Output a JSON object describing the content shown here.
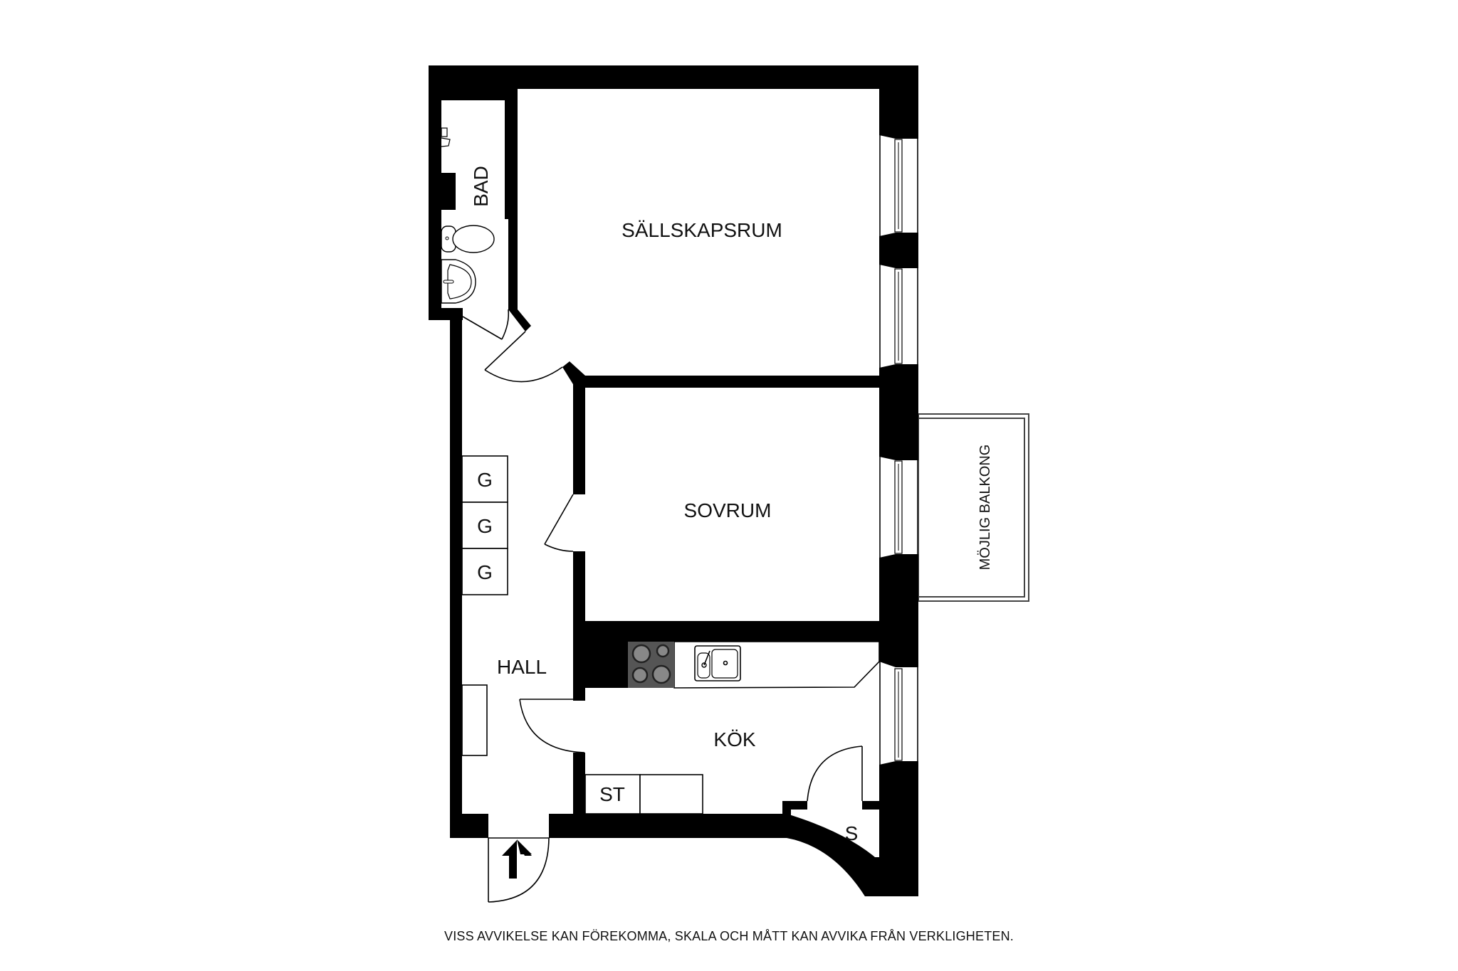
{
  "plan": {
    "rooms": [
      {
        "id": "bad",
        "label": "BAD"
      },
      {
        "id": "sallskapsrum",
        "label": "SÄLLSKAPSRUM"
      },
      {
        "id": "sovrum",
        "label": "SOVRUM"
      },
      {
        "id": "hall",
        "label": "HALL"
      },
      {
        "id": "kok",
        "label": "KÖK"
      },
      {
        "id": "balkong",
        "label": "MÖJLIG BALKONG"
      }
    ],
    "closets": [
      {
        "label": "G"
      },
      {
        "label": "G"
      },
      {
        "label": "G"
      }
    ],
    "kitchen_units": [
      {
        "label": "ST"
      }
    ],
    "storage": {
      "label": "S"
    },
    "entrance": {
      "icon": "entrance-arrow-icon"
    },
    "fixtures": [
      "toilet-icon",
      "washbasin-icon",
      "shower-icon",
      "stove-icon",
      "sink-icon"
    ],
    "colors": {
      "wall": "#000000",
      "background": "#ffffff",
      "stove": "#555555",
      "burner": "#888888"
    }
  },
  "footer": {
    "disclaimer": "VISS AVVIKELSE KAN FÖREKOMMA, SKALA OCH MÅTT KAN AVVIKA FRÅN VERKLIGHETEN."
  }
}
